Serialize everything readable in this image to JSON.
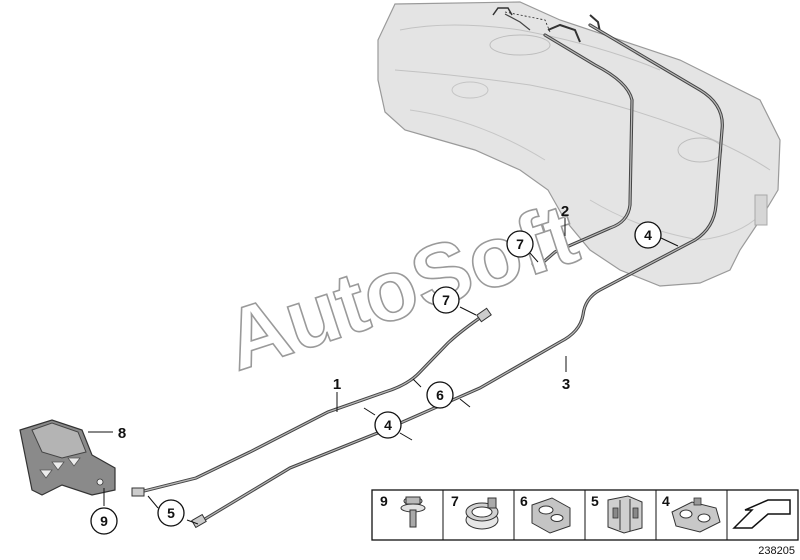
{
  "watermark": "AutoSoft",
  "diagram_number": "238205",
  "callouts": [
    {
      "id": "c1",
      "label": "1",
      "circled": false
    },
    {
      "id": "c2",
      "label": "2",
      "circled": false
    },
    {
      "id": "c3",
      "label": "3",
      "circled": false
    },
    {
      "id": "c4a",
      "label": "4",
      "circled": true
    },
    {
      "id": "c4b",
      "label": "4",
      "circled": true
    },
    {
      "id": "c5",
      "label": "5",
      "circled": true
    },
    {
      "id": "c6",
      "label": "6",
      "circled": true
    },
    {
      "id": "c7a",
      "label": "7",
      "circled": true
    },
    {
      "id": "c7b",
      "label": "7",
      "circled": true
    },
    {
      "id": "c8",
      "label": "8",
      "circled": false
    },
    {
      "id": "c9",
      "label": "9",
      "circled": true
    }
  ],
  "legend": [
    {
      "label": "9",
      "icon": "bolt-washer-icon"
    },
    {
      "label": "7",
      "icon": "hose-clamp-icon"
    },
    {
      "label": "6",
      "icon": "pipe-clip-icon"
    },
    {
      "label": "5",
      "icon": "holder-clip-icon"
    },
    {
      "label": "4",
      "icon": "double-clip-icon"
    },
    {
      "label": "",
      "icon": "arrow-icon"
    }
  ]
}
